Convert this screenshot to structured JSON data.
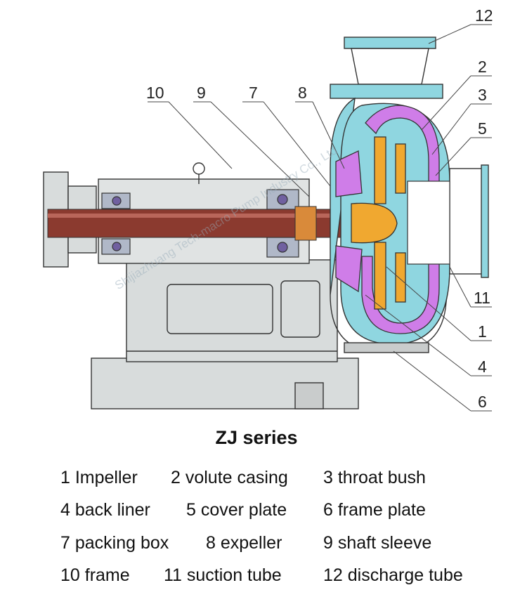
{
  "title": "ZJ series",
  "callouts": [
    "1",
    "2",
    "3",
    "4",
    "5",
    "6",
    "7",
    "8",
    "9",
    "10",
    "11",
    "12"
  ],
  "legend": [
    [
      "1 Impeller",
      "2 volute casing",
      "3 throat bush"
    ],
    [
      "4 back liner",
      "5 cover plate",
      "6 frame plate"
    ],
    [
      "7 packing box",
      "8 expeller",
      "9 shaft sleeve"
    ],
    [
      "10 frame",
      "11 suction tube",
      "12 discharge tube"
    ]
  ],
  "watermark": "Shijiazhuang Tech-macro Pump Industry Co., Ltd",
  "colors": {
    "frame_gray": "#d8dcdc",
    "shaft": "#8b3a2f",
    "volute_cyan": "#8fd6e0",
    "liner_violet": "#cf7de8",
    "impeller_orange": "#f0a830",
    "line": "#333333"
  }
}
